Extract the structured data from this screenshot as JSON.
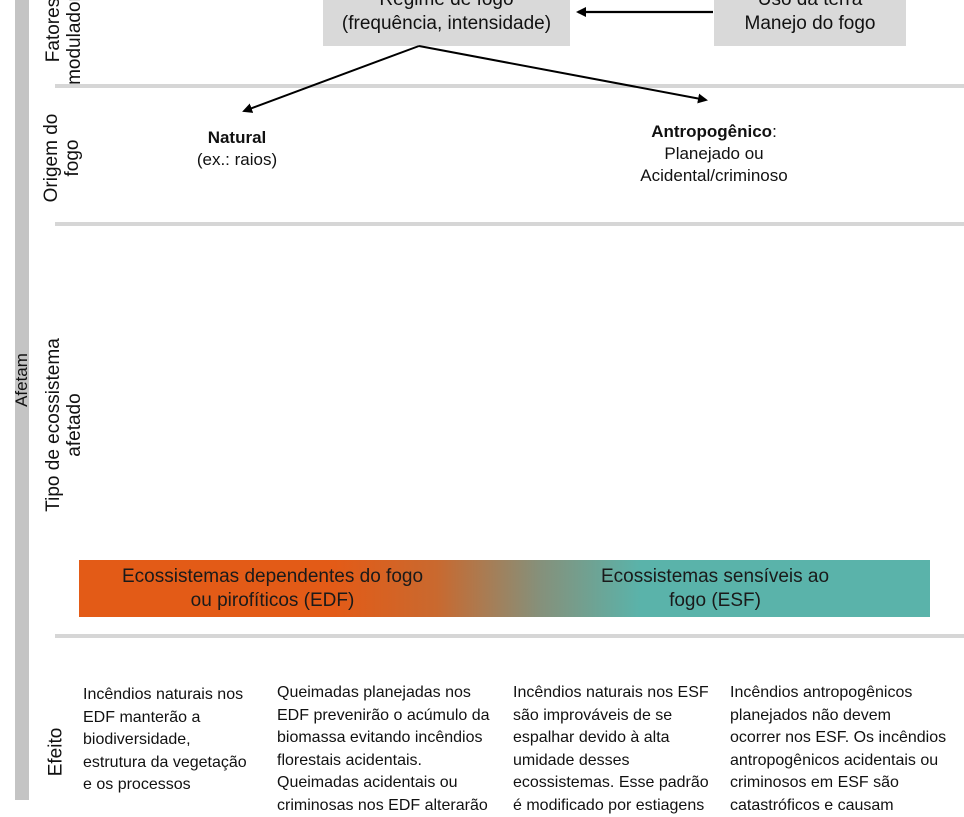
{
  "sidebar": {
    "label_affect": "Afetam"
  },
  "rows": {
    "modulating_factors": "Fatores\nmoduladores",
    "fire_origin": "Origem do\nfogo",
    "ecosystem_type": "Tipo de ecossistema\nafetado",
    "effect": "Efeito"
  },
  "factors": {
    "fire_regime": {
      "line1": "Regime de fogo",
      "line2": "(frequência, intensidade)"
    },
    "land_use": {
      "line1": "Uso da terra",
      "line2": "Manejo do fogo"
    }
  },
  "origin": {
    "natural": {
      "title": "Natural",
      "subtitle": "(ex.: raios)",
      "border_style": "dashed"
    },
    "anthropogenic": {
      "title": "Antropogênico",
      "title_suffix": ":",
      "line1": "Planejado ou",
      "line2": "Acidental/criminoso",
      "border_style": "dotted"
    }
  },
  "ecosystems": {
    "edf": {
      "line1": "Ecossistemas dependentes do fogo",
      "line2": "ou pirofíticos (EDF)",
      "color": "#e35b17"
    },
    "esf": {
      "line1": "Ecossistemas sensíveis ao",
      "line2": "fogo (ESF)",
      "color": "#5ab3aa"
    }
  },
  "effects": [
    {
      "text": "Incêndios naturais nos\nEDF manterão a\nbiodiversidade,\nestrutura da vegetação\ne os processos",
      "arrow_style": "solid",
      "color": "#e35b17"
    },
    {
      "text": "Queimadas planejadas nos\nEDF prevenirão o acúmulo da\nbiomassa evitando incêndios\nflorestais acidentais.\nQueimadas acidentais ou\ncriminosas nos EDF alterarão",
      "arrow_style": "dashed",
      "color": "#e35b17"
    },
    {
      "text": "Incêndios naturais nos ESF\nsão improváveis de se\nespalhar devido à alta\numidade desses\necossistemas. Esse padrão\né modificado por estiagens",
      "arrow_style": "solid",
      "color": "#5ab3aa"
    },
    {
      "text": "Incêndios antropogênicos\nplanejados não devem\nocorrer nos ESF. Os incêndios\nantropogênicos acidentais ou\ncriminosos em ESF são\ncatastróficos e causam",
      "arrow_style": "dashed",
      "color": "#5ab3aa"
    }
  ]
}
